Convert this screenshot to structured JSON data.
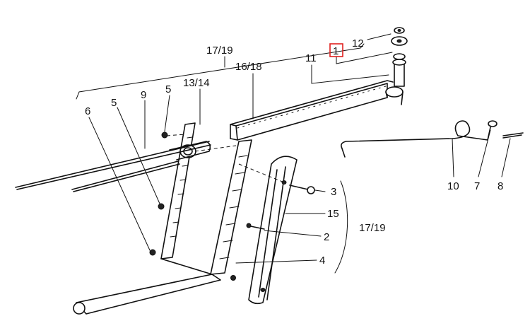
{
  "diagram": {
    "labels": {
      "assembly_top": "17/19",
      "assembly_right": "17/19",
      "p1": "1",
      "p2": "2",
      "p3": "3",
      "p4": "4",
      "p5_upper": "5",
      "p5_lower": "5",
      "p6": "6",
      "p7": "7",
      "p8": "8",
      "p9": "9",
      "p10": "10",
      "p11": "11",
      "p12": "12",
      "p13_14": "13/14",
      "p15": "15",
      "p16_18": "16/18"
    },
    "highlighted_part": "1",
    "colors": {
      "line": "#111111",
      "highlight": "#e0201e",
      "background": "#ffffff"
    }
  }
}
